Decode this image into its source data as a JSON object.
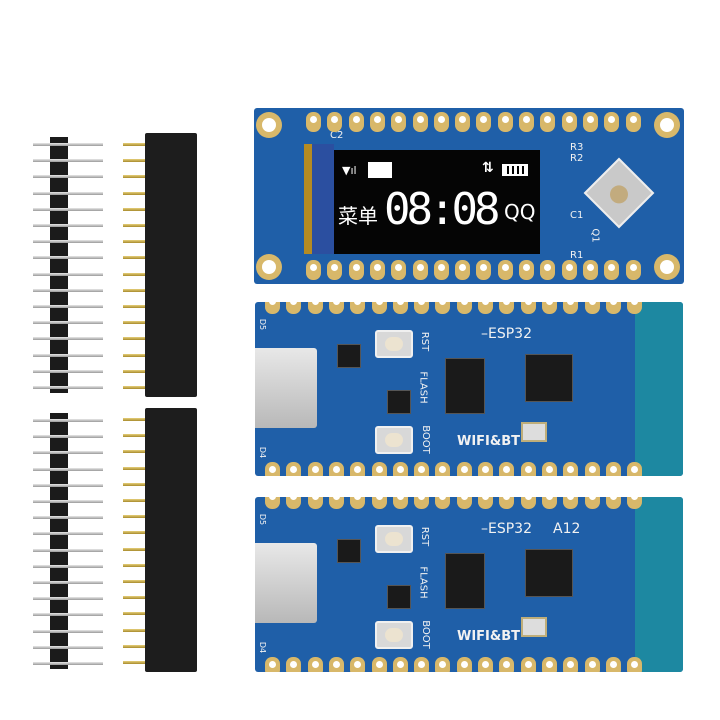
{
  "headers": {
    "sets": 2,
    "pins_per_header": 16
  },
  "oled_board": {
    "labels": {
      "c2": "C2",
      "r3": "R3",
      "r2": "R2",
      "c1": "C1",
      "q1": "Q1",
      "r1": "R1"
    },
    "screen": {
      "menu": "菜单",
      "time": "08:08",
      "app": "QQ",
      "signal_icon": "signal-icon",
      "mail_icon": "mail-icon",
      "transfer_icon": "arrows-updown-icon",
      "battery_icon": "battery-icon"
    }
  },
  "esp_boards": [
    {
      "title": "ESP32",
      "suffix": "",
      "rst": "RST",
      "flash": "FLASH",
      "boot": "BOOT",
      "wifi": "WIFI&BT",
      "d5": "D5",
      "d4": "D4"
    },
    {
      "title": "ESP32",
      "suffix": "A12",
      "rst": "RST",
      "flash": "FLASH",
      "boot": "BOOT",
      "wifi": "WIFI&BT",
      "d5": "D5",
      "d4": "D4"
    }
  ],
  "colors": {
    "pcb": "#1f5fa8",
    "pad": "#d8b86a",
    "antenna": "#1d8fa0",
    "header": "#1d1d1d"
  }
}
